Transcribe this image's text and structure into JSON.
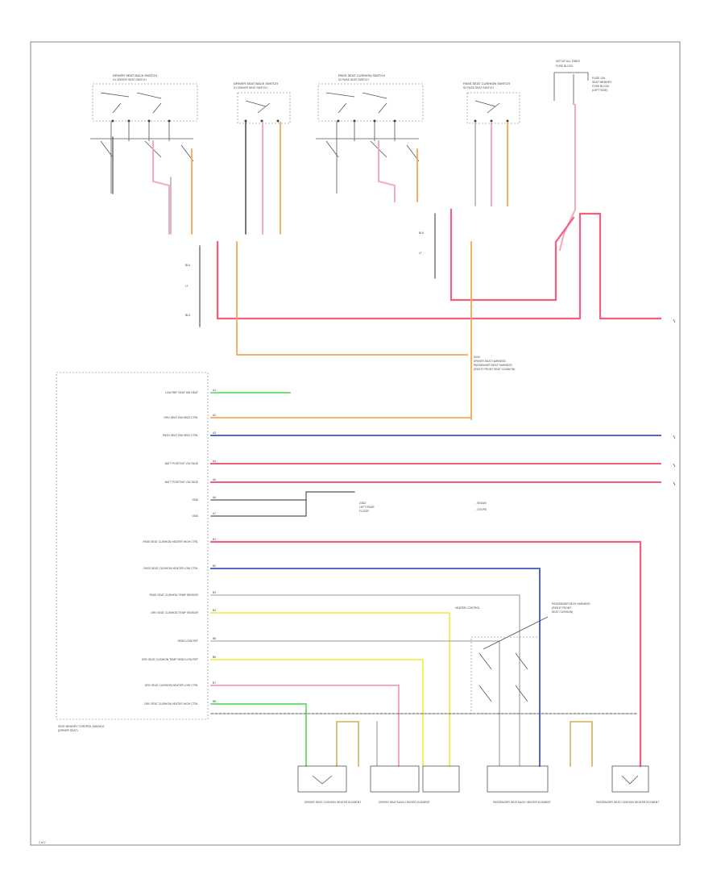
{
  "colors": {
    "red": "#f0607a",
    "pink": "#f6a8bd",
    "orange": "#f4a85a",
    "blue": "#5566cc",
    "green": "#66dd66",
    "yellow": "#eeee55",
    "tan": "#d9b872",
    "black": "#444444",
    "gray": "#999999"
  },
  "switches": [
    {
      "id": "sw-1",
      "title": "DRIVER SEAT BACK SWITCH",
      "sub": "S1 DRIVER SEAT SWITCH"
    },
    {
      "id": "sw-2",
      "title": "DRIVER SEAT BACK SWITCH",
      "sub": "S1 DRIVER SEAT SWITCH"
    },
    {
      "id": "sw-3",
      "title": "PASS SEAT CUSHION SWITCH",
      "sub": "S2 PASS SEAT SWITCH"
    },
    {
      "id": "sw-4",
      "title": "PASS SEAT CUSHION SWITCH",
      "sub": "S2 PASS SEAT SWITCH"
    }
  ],
  "fuse": {
    "title": "HOT AT ALL TIMES",
    "label": "FUSE BLOCK",
    "notes": [
      "FUSE 10A",
      "SEAT MEMORY",
      "FUSE BLOCK",
      "(LEFT SIDE)"
    ]
  },
  "module": {
    "caption": [
      "SEAT MEMORY CONTROL MODULE",
      "(DRIVER SEAT)"
    ],
    "pins": [
      {
        "label": "LOW REF SEAT SW HEAT",
        "pin": "A1"
      },
      {
        "label": "DRV SEAT SW HEAT CTRL",
        "pin": "A2"
      },
      {
        "label": "PASS SEAT SW HEAT CTRL",
        "pin": "A3"
      },
      {
        "label": "BATT POSITIVE VOLTAGE",
        "pin": "A4"
      },
      {
        "label": "BATT POSITIVE VOLTAGE",
        "pin": "A5"
      },
      {
        "label": "GND",
        "pin": "A6"
      },
      {
        "label": "GND",
        "pin": "A7"
      },
      {
        "label": "PASS SEAT CUSHION HEATER HIGH CTRL",
        "pin": "B1"
      },
      {
        "label": "PASS SEAT CUSHION HEATER LOW CTRL",
        "pin": "B2"
      },
      {
        "label": "PASS SEAT CUSHION TEMP SENSOR",
        "pin": "B3"
      },
      {
        "label": "DRV SEAT CUSHION TEMP SENSOR",
        "pin": "B4"
      },
      {
        "label": "SENS LOW REF",
        "pin": "B5"
      },
      {
        "label": "DRV SEAT CUSHION TEMP SENS LOW REF",
        "pin": "B6"
      },
      {
        "label": "DRV SEAT CUSHION HEATER LOW CTRL",
        "pin": "B7"
      },
      {
        "label": "DRV SEAT CUSHION HEATER HIGH CTRL",
        "pin": "B8"
      }
    ]
  },
  "notes": {
    "splice": [
      "S200",
      "DRIVER SEAT HARNESS",
      "PASSENGER SEAT HARNESS",
      "(RIGHT FRONT SEAT CUSHION)"
    ],
    "ground": [
      "G302",
      "LEFT REAR",
      "FLOOR"
    ],
    "legend": [
      "- SEDAN",
      "- COUPE"
    ],
    "seat_note": [
      "PASSENGER SEAT HARNESS",
      "(RIGHT FRONT",
      "SEAT CUSHION)"
    ],
    "heater_note": "HEATER CONTROL"
  },
  "elements": [
    {
      "id": "el-1",
      "label": "DRIVER SEAT CUSHION HEATER ELEMENT"
    },
    {
      "id": "el-2",
      "label": "DRIVER SEAT BACK HEATER ELEMENT"
    },
    {
      "id": "el-3",
      "label": "PASSENGER SEAT BACK HEATER ELEMENT"
    },
    {
      "id": "el-4",
      "label": "PASSENGER SEAT CUSHION HEATER ELEMENT"
    }
  ],
  "page_code": "1 of 2"
}
